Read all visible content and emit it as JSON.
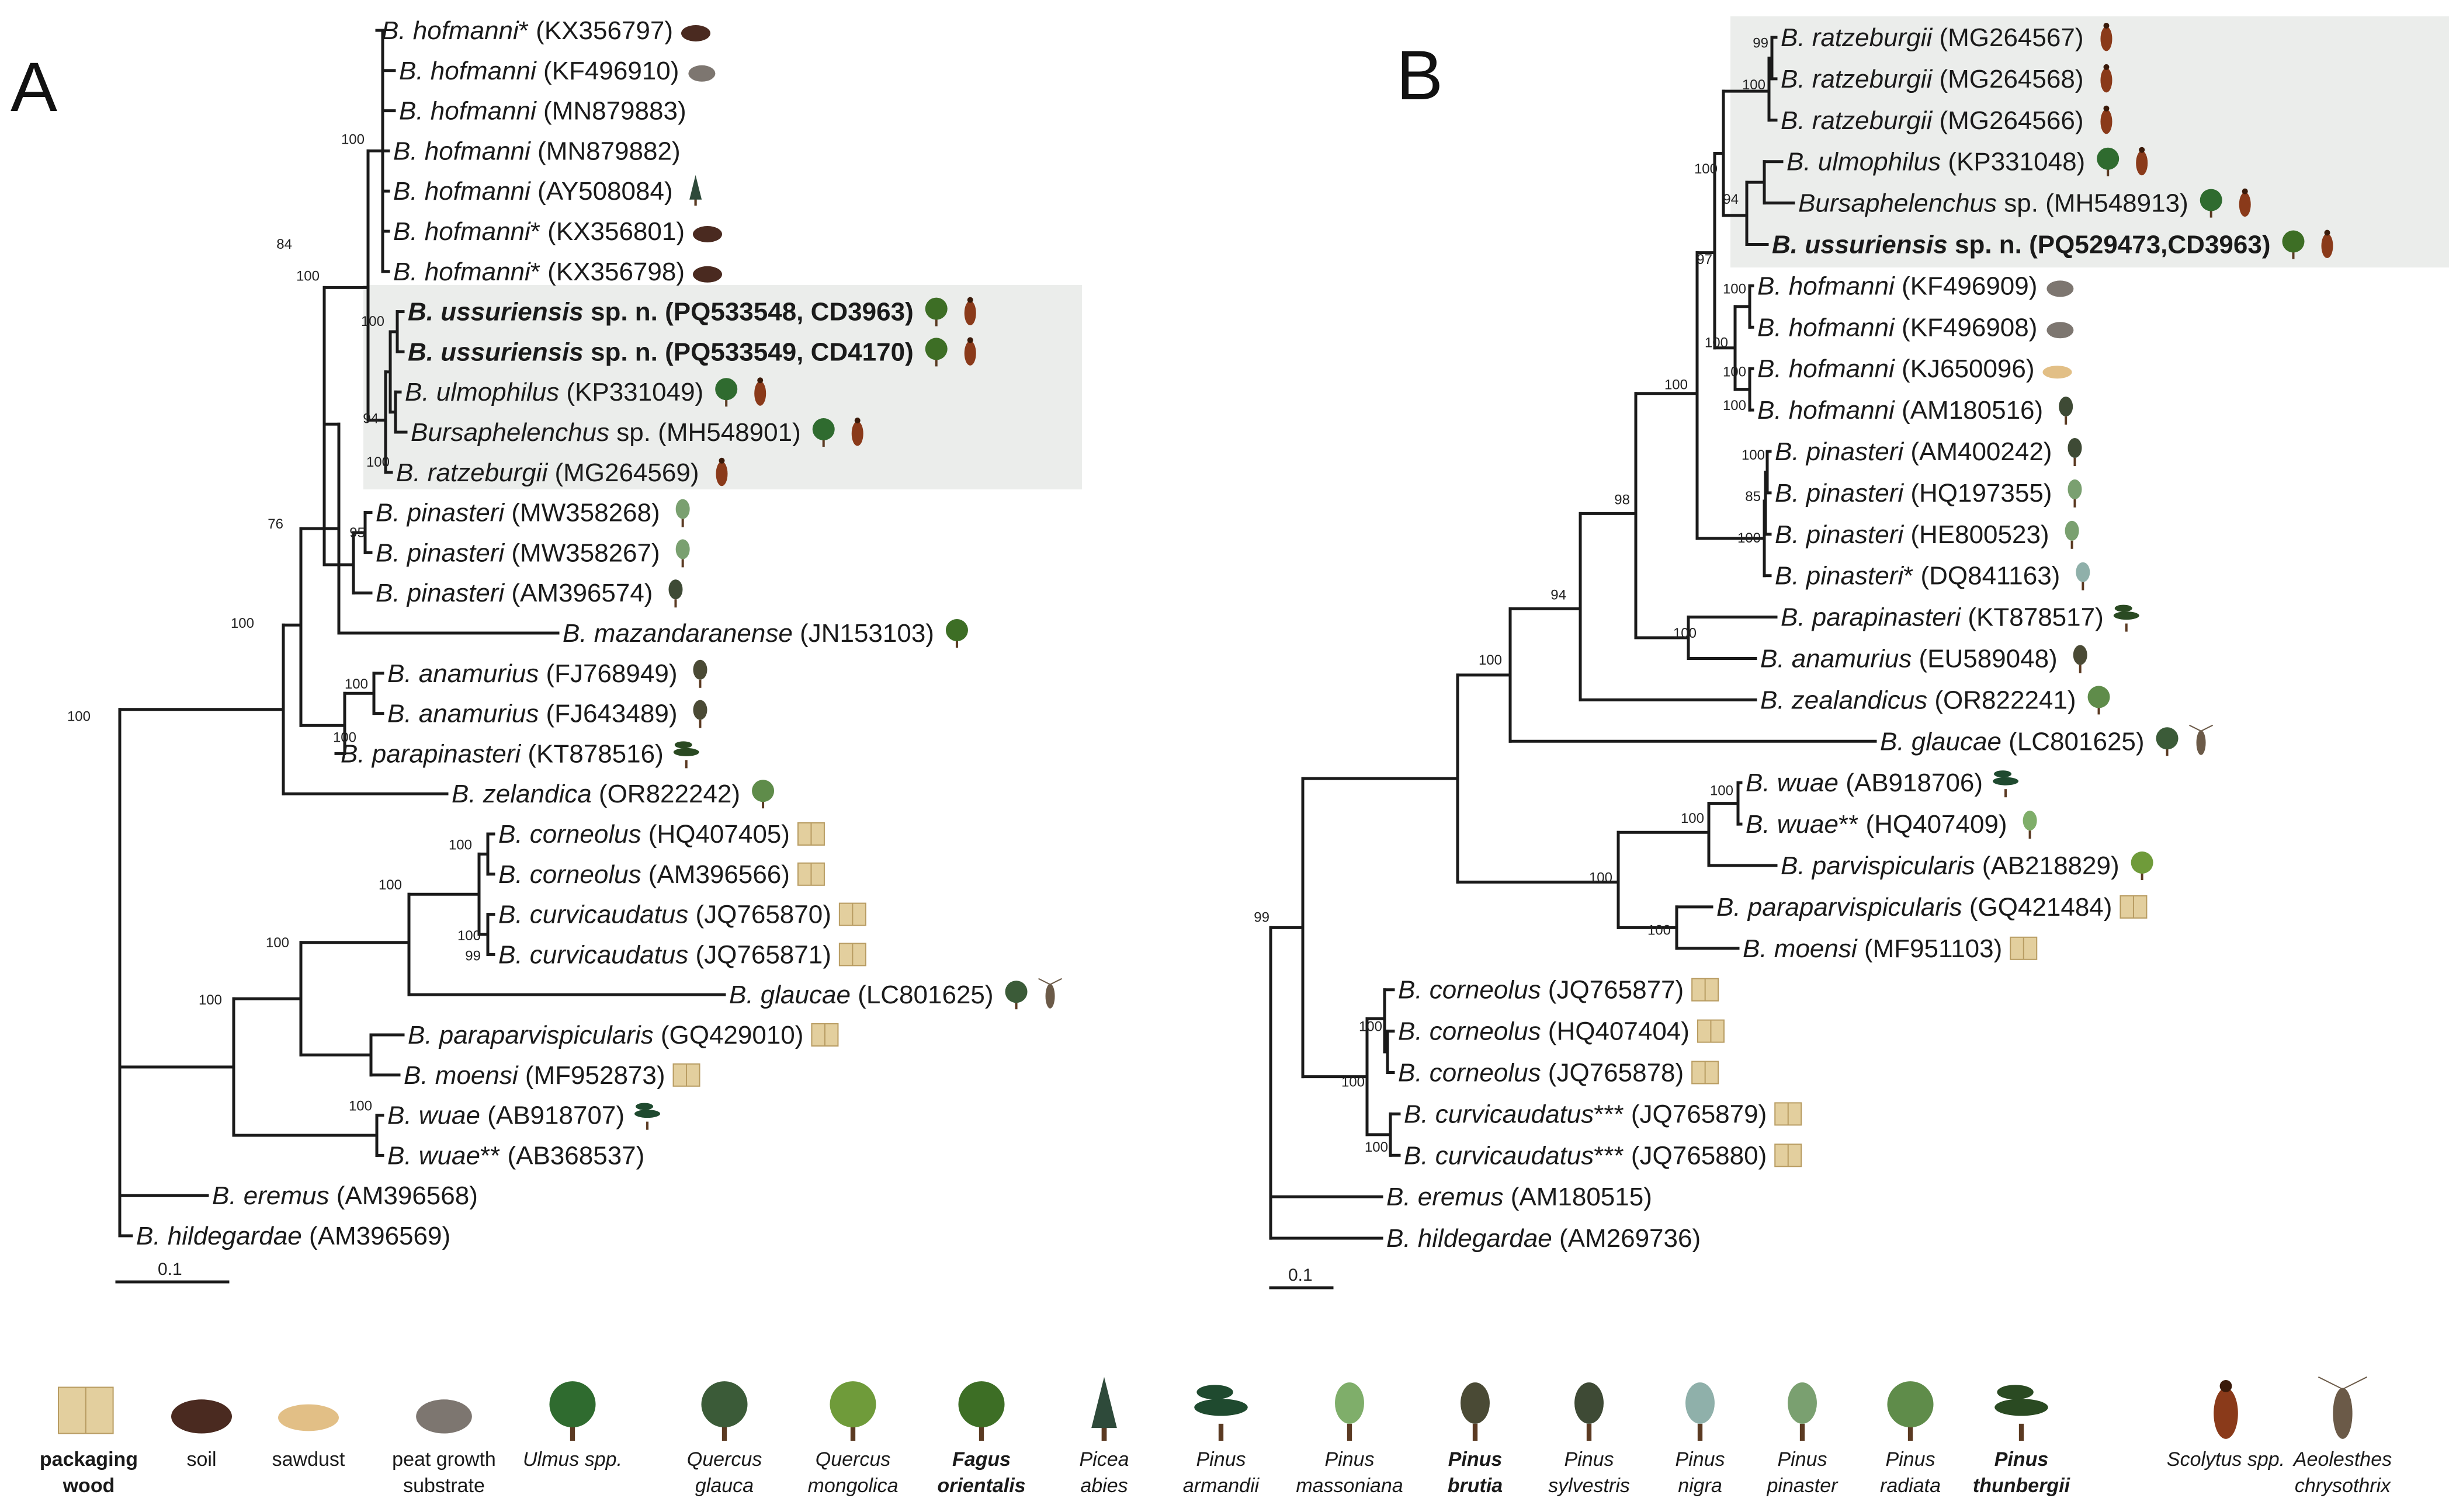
{
  "panels": [
    {
      "letter": "A",
      "scale_label": "0.1",
      "support_values": [
        "100",
        "100",
        "84",
        "76",
        "100",
        "100",
        "100",
        "94",
        "100",
        "95",
        "100",
        "100",
        "100",
        "100",
        "100",
        "100",
        "99",
        "100",
        "100"
      ],
      "leaves": [
        {
          "genus": "B. ",
          "species": "hofmanni",
          "suffix": "*",
          "acc": "(KX356797)",
          "bold": false,
          "icons": [
            "soil"
          ]
        },
        {
          "genus": "B. ",
          "species": "hofmanni",
          "suffix": "",
          "acc": "(KF496910)",
          "bold": false,
          "icons": [
            "peat"
          ]
        },
        {
          "genus": "B. ",
          "species": "hofmanni",
          "suffix": "",
          "acc": "(MN879883)",
          "bold": false,
          "icons": []
        },
        {
          "genus": "B. ",
          "species": "hofmanni",
          "suffix": "",
          "acc": "(MN879882)",
          "bold": false,
          "icons": []
        },
        {
          "genus": "B. ",
          "species": "hofmanni",
          "suffix": "",
          "acc": "(AY508084)",
          "bold": false,
          "icons": [
            "picea"
          ]
        },
        {
          "genus": "B. ",
          "species": "hofmanni",
          "suffix": "*",
          "acc": "(KX356801)",
          "bold": false,
          "icons": [
            "soil"
          ]
        },
        {
          "genus": "B. ",
          "species": "hofmanni",
          "suffix": "*",
          "acc": "(KX356798)",
          "bold": false,
          "icons": [
            "soil"
          ]
        },
        {
          "genus": "B. ussuriensis",
          "species": "",
          "suffix": " sp. n.",
          "acc": "(PQ533548, CD3963)",
          "bold": true,
          "icons": [
            "fagus",
            "scolytus"
          ]
        },
        {
          "genus": "B. ussuriensis",
          "species": "",
          "suffix": " sp. n.",
          "acc": "(PQ533549, CD4170)",
          "bold": true,
          "icons": [
            "fagus",
            "scolytus"
          ]
        },
        {
          "genus": "B. ",
          "species": "ulmophilus",
          "suffix": "",
          "acc": "(KP331049)",
          "bold": false,
          "icons": [
            "ulmus",
            "scolytus"
          ]
        },
        {
          "genus": "Bursaphelenchus",
          "species": "",
          "suffix": " sp.",
          "acc": "(MH548901)",
          "bold": false,
          "icons": [
            "ulmus",
            "scolytus"
          ]
        },
        {
          "genus": "B. ",
          "species": "ratzeburgii",
          "suffix": "",
          "acc": "(MG264569)",
          "bold": false,
          "icons": [
            "scolytus"
          ]
        },
        {
          "genus": "B. ",
          "species": "pinasteri",
          "suffix": "",
          "acc": "(MW358268)",
          "bold": false,
          "icons": [
            "pinaster"
          ]
        },
        {
          "genus": "B. ",
          "species": "pinasteri",
          "suffix": "",
          "acc": "(MW358267)",
          "bold": false,
          "icons": [
            "pinaster"
          ]
        },
        {
          "genus": "B. ",
          "species": "pinasteri",
          "suffix": "",
          "acc": "(AM396574)",
          "bold": false,
          "icons": [
            "sylvestris"
          ]
        },
        {
          "genus": "B. ",
          "species": "mazandaranense",
          "suffix": "",
          "acc": "(JN153103)",
          "bold": false,
          "icons": [
            "fagus"
          ]
        },
        {
          "genus": "B. ",
          "species": "anamurius",
          "suffix": "",
          "acc": "(FJ768949)",
          "bold": false,
          "icons": [
            "brutia"
          ]
        },
        {
          "genus": "B. ",
          "species": "anamurius",
          "suffix": "",
          "acc": "(FJ643489)",
          "bold": false,
          "icons": [
            "brutia"
          ]
        },
        {
          "genus": "B. ",
          "species": "parapinasteri",
          "suffix": "",
          "acc": "(KT878516)",
          "bold": false,
          "icons": [
            "thunbergii"
          ]
        },
        {
          "genus": "B. ",
          "species": "zelandica",
          "suffix": "",
          "acc": "(OR822242)",
          "bold": false,
          "icons": [
            "radiata"
          ]
        },
        {
          "genus": "B. ",
          "species": "corneolus",
          "suffix": "",
          "acc": "(HQ407405)",
          "bold": false,
          "icons": [
            "box"
          ]
        },
        {
          "genus": "B. ",
          "species": "corneolus",
          "suffix": "",
          "acc": "(AM396566)",
          "bold": false,
          "icons": [
            "box"
          ]
        },
        {
          "genus": "B. ",
          "species": "curvicaudatus",
          "suffix": "",
          "acc": "(JQ765870)",
          "bold": false,
          "icons": [
            "box"
          ]
        },
        {
          "genus": "B. ",
          "species": "curvicaudatus",
          "suffix": "",
          "acc": "(JQ765871)",
          "bold": false,
          "icons": [
            "box"
          ]
        },
        {
          "genus": "B. ",
          "species": "glaucae",
          "suffix": "",
          "acc": "(LC801625)",
          "bold": false,
          "icons": [
            "quercus_glauca",
            "aeolesthes"
          ]
        },
        {
          "genus": "B. ",
          "species": "paraparvispicularis",
          "suffix": "",
          "acc": "(GQ429010)",
          "bold": false,
          "icons": [
            "box"
          ]
        },
        {
          "genus": "B. ",
          "species": "moensi",
          "suffix": "",
          "acc": "(MF952873)",
          "bold": false,
          "icons": [
            "box"
          ]
        },
        {
          "genus": "B. ",
          "species": "wuae",
          "suffix": "",
          "acc": "(AB918707)",
          "bold": false,
          "icons": [
            "armandii"
          ]
        },
        {
          "genus": "B. ",
          "species": "wuae",
          "suffix": "**",
          "acc": "(AB368537)",
          "bold": false,
          "icons": []
        },
        {
          "genus": "B. ",
          "species": "eremus",
          "suffix": "",
          "acc": "(AM396568)",
          "bold": false,
          "icons": []
        },
        {
          "genus": "B. ",
          "species": "hildegardae",
          "suffix": "",
          "acc": "(AM396569)",
          "bold": false,
          "icons": []
        }
      ]
    },
    {
      "letter": "B",
      "scale_label": "0.1",
      "support_values": [
        "99",
        "100",
        "100",
        "94",
        "97",
        "100",
        "100",
        "100",
        "100",
        "100",
        "85",
        "100",
        "100",
        "100",
        "98",
        "94",
        "100",
        "100",
        "100",
        "100",
        "100",
        "99",
        "100",
        "100",
        "100"
      ],
      "leaves": [
        {
          "genus": "B. ",
          "species": "ratzeburgii",
          "suffix": "",
          "acc": "(MG264567)",
          "bold": false,
          "icons": [
            "scolytus"
          ]
        },
        {
          "genus": "B. ",
          "species": "ratzeburgii",
          "suffix": "",
          "acc": "(MG264568)",
          "bold": false,
          "icons": [
            "scolytus"
          ]
        },
        {
          "genus": "B. ",
          "species": "ratzeburgii",
          "suffix": "",
          "acc": "(MG264566)",
          "bold": false,
          "icons": [
            "scolytus"
          ]
        },
        {
          "genus": "B. ",
          "species": "ulmophilus",
          "suffix": "",
          "acc": "(KP331048)",
          "bold": false,
          "icons": [
            "ulmus",
            "scolytus"
          ]
        },
        {
          "genus": "Bursaphelenchus",
          "species": "",
          "suffix": " sp.",
          "acc": "(MH548913)",
          "bold": false,
          "icons": [
            "ulmus",
            "scolytus"
          ]
        },
        {
          "genus": "B. ussuriensis",
          "species": "",
          "suffix": " sp. n.",
          "acc": "(PQ529473,CD3963)",
          "bold": true,
          "icons": [
            "fagus",
            "scolytus"
          ]
        },
        {
          "genus": "B. ",
          "species": "hofmanni",
          "suffix": "",
          "acc": "(KF496909)",
          "bold": false,
          "icons": [
            "peat"
          ]
        },
        {
          "genus": "B. ",
          "species": "hofmanni",
          "suffix": "",
          "acc": "(KF496908)",
          "bold": false,
          "icons": [
            "peat"
          ]
        },
        {
          "genus": "B. ",
          "species": "hofmanni",
          "suffix": "",
          "acc": "(KJ650096)",
          "bold": false,
          "icons": [
            "sawdust"
          ]
        },
        {
          "genus": "B. ",
          "species": "hofmanni",
          "suffix": "",
          "acc": "(AM180516)",
          "bold": false,
          "icons": [
            "sylvestris"
          ]
        },
        {
          "genus": "B. ",
          "species": "pinasteri",
          "suffix": "",
          "acc": "(AM400242)",
          "bold": false,
          "icons": [
            "sylvestris"
          ]
        },
        {
          "genus": "B. ",
          "species": "pinasteri",
          "suffix": "",
          "acc": "(HQ197355)",
          "bold": false,
          "icons": [
            "pinaster"
          ]
        },
        {
          "genus": "B. ",
          "species": "pinasteri",
          "suffix": "",
          "acc": "(HE800523)",
          "bold": false,
          "icons": [
            "pinaster"
          ]
        },
        {
          "genus": "B. ",
          "species": "pinasteri",
          "suffix": "*",
          "acc": "(DQ841163)",
          "bold": false,
          "icons": [
            "nigra"
          ]
        },
        {
          "genus": "B. ",
          "species": "parapinasteri",
          "suffix": "",
          "acc": "(KT878517)",
          "bold": false,
          "icons": [
            "thunbergii"
          ]
        },
        {
          "genus": "B. ",
          "species": "anamurius",
          "suffix": "",
          "acc": "(EU589048)",
          "bold": false,
          "icons": [
            "brutia"
          ]
        },
        {
          "genus": "B. ",
          "species": "zealandicus",
          "suffix": "",
          "acc": "(OR822241)",
          "bold": false,
          "icons": [
            "radiata"
          ]
        },
        {
          "genus": "B. ",
          "species": "glaucae",
          "suffix": "",
          "acc": "(LC801625)",
          "bold": false,
          "icons": [
            "quercus_glauca",
            "aeolesthes"
          ]
        },
        {
          "genus": "B. ",
          "species": "wuae",
          "suffix": "",
          "acc": "(AB918706)",
          "bold": false,
          "icons": [
            "armandii"
          ]
        },
        {
          "genus": "B. ",
          "species": "wuae",
          "suffix": "**",
          "acc": "(HQ407409)",
          "bold": false,
          "icons": [
            "massoniana"
          ]
        },
        {
          "genus": "B. ",
          "species": "parvispicularis",
          "suffix": "",
          "acc": "(AB218829)",
          "bold": false,
          "icons": [
            "mongolica"
          ]
        },
        {
          "genus": "B. ",
          "species": "paraparvispicularis",
          "suffix": "",
          "acc": "(GQ421484)",
          "bold": false,
          "icons": [
            "box"
          ]
        },
        {
          "genus": "B. ",
          "species": "moensi",
          "suffix": "",
          "acc": "(MF951103)",
          "bold": false,
          "icons": [
            "box"
          ]
        },
        {
          "genus": "B. ",
          "species": "corneolus",
          "suffix": "",
          "acc": "(JQ765877)",
          "bold": false,
          "icons": [
            "box"
          ]
        },
        {
          "genus": "B. ",
          "species": "corneolus",
          "suffix": "",
          "acc": "(HQ407404)",
          "bold": false,
          "icons": [
            "box"
          ]
        },
        {
          "genus": "B. ",
          "species": "corneolus",
          "suffix": "",
          "acc": "(JQ765878)",
          "bold": false,
          "icons": [
            "box"
          ]
        },
        {
          "genus": "B. ",
          "species": "curvicaudatus",
          "suffix": "***",
          "acc": "(JQ765879)",
          "bold": false,
          "icons": [
            "box"
          ]
        },
        {
          "genus": "B. ",
          "species": "curvicaudatus",
          "suffix": "***",
          "acc": "(JQ765880)",
          "bold": false,
          "icons": [
            "box"
          ]
        },
        {
          "genus": "B. ",
          "species": "eremus",
          "suffix": "",
          "acc": "(AM180515)",
          "bold": false,
          "icons": []
        },
        {
          "genus": "B. ",
          "species": "hildegardae",
          "suffix": "",
          "acc": "(AM269736)",
          "bold": false,
          "icons": []
        }
      ]
    }
  ],
  "legend": [
    {
      "icon": "box",
      "line1": "packaging",
      "line2": "wood",
      "italic": false,
      "bold": true
    },
    {
      "icon": "soil",
      "line1": "soil",
      "line2": "",
      "italic": false,
      "bold": false
    },
    {
      "icon": "sawdust",
      "line1": "sawdust",
      "line2": "",
      "italic": false,
      "bold": false
    },
    {
      "icon": "peat",
      "line1": "peat growth",
      "line2": "substrate",
      "italic": false,
      "bold": false
    },
    {
      "icon": "ulmus",
      "line1": "Ulmus spp.",
      "line2": "",
      "italic": true,
      "bold": false
    },
    {
      "icon": "quercus_glauca",
      "line1": "Quercus",
      "line2": "glauca",
      "italic": true,
      "bold": false
    },
    {
      "icon": "mongolica",
      "line1": "Quercus",
      "line2": "mongolica",
      "italic": true,
      "bold": false
    },
    {
      "icon": "fagus",
      "line1": "Fagus",
      "line2": "orientalis",
      "italic": true,
      "bold": true
    },
    {
      "icon": "picea",
      "line1": "Picea",
      "line2": "abies",
      "italic": true,
      "bold": false
    },
    {
      "icon": "armandii",
      "line1": "Pinus",
      "line2": "armandii",
      "italic": true,
      "bold": false
    },
    {
      "icon": "massoniana",
      "line1": "Pinus",
      "line2": "massoniana",
      "italic": true,
      "bold": false
    },
    {
      "icon": "brutia",
      "line1": "Pinus",
      "line2": "brutia",
      "italic": true,
      "bold": true
    },
    {
      "icon": "sylvestris",
      "line1": "Pinus",
      "line2": "sylvestris",
      "italic": true,
      "bold": false
    },
    {
      "icon": "nigra",
      "line1": "Pinus",
      "line2": "nigra",
      "italic": true,
      "bold": false
    },
    {
      "icon": "pinaster",
      "line1": "Pinus",
      "line2": "pinaster",
      "italic": true,
      "bold": false
    },
    {
      "icon": "radiata",
      "line1": "Pinus",
      "line2": "radiata",
      "italic": true,
      "bold": false
    },
    {
      "icon": "thunbergii",
      "line1": "Pinus",
      "line2": "thunbergii",
      "italic": true,
      "bold": true
    },
    {
      "icon": "scolytus",
      "line1": "Scolytus spp.",
      "line2": "",
      "italic": true,
      "bold": false
    },
    {
      "icon": "aeolesthes",
      "line1": "Aeolesthes",
      "line2": "chrysothrix",
      "italic": true,
      "bold": false
    }
  ],
  "colors": {
    "highlight": "#ebedeb",
    "branch": "#1a1a1a",
    "box": "#e3cf9e",
    "soil": "#4a2a20",
    "peat": "#7d7670",
    "sawdust": "#e2bf86",
    "beetle": "#8a3a1a"
  }
}
